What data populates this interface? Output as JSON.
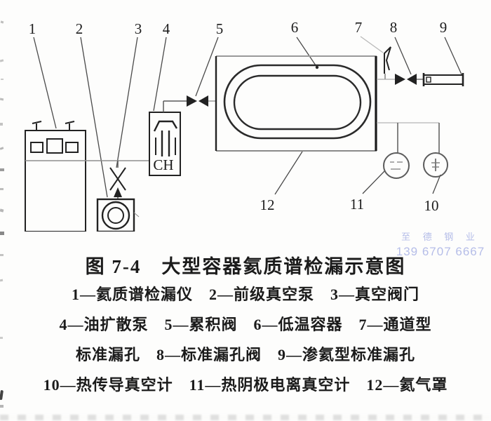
{
  "figure": {
    "caption": "图 7-4　大型容器氦质谱检漏示意图"
  },
  "diagram": {
    "callouts": [
      "1",
      "2",
      "3",
      "4",
      "5",
      "6",
      "7",
      "8",
      "9",
      "10",
      "11",
      "12"
    ],
    "component_text": {
      "diffusion_pump": "CH"
    },
    "ink_color": "#1b1b1b"
  },
  "legend": {
    "lines": [
      "1—氦质谱检漏仪　2—前级真空泵　3—真空阀门",
      "4—油扩散泵　5—累积阀　6—低温容器　7—通道型",
      "标准漏孔　8—标准漏孔阀　9—渗氦型标准漏孔",
      "10—热传导真空计　11—热阴极电离真空计　12—氦气罩"
    ]
  },
  "watermark": {
    "line1": "至 德 钢 业",
    "line2": "139 6707 6667",
    "color": "#b5bde8"
  }
}
